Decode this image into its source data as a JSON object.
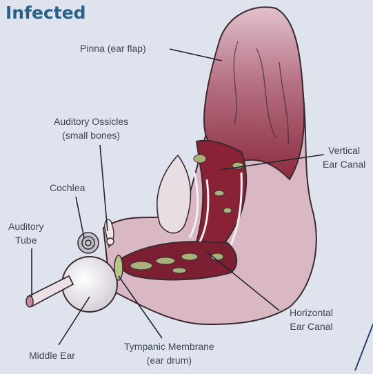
{
  "title": "Infected",
  "labels": {
    "pinna": "Pinna (ear flap)",
    "ossicles": [
      "Auditory Ossicles",
      "(small bones)"
    ],
    "vertical_canal": [
      "Vertical",
      "Ear Canal"
    ],
    "cochlea": "Cochlea",
    "auditory_tube": [
      "Auditory",
      "Tube"
    ],
    "horizontal_canal": [
      "Horizontal",
      "Ear Canal"
    ],
    "middle_ear": "Middle Ear",
    "tympanic": [
      "Tympanic Membrane",
      "(ear drum)"
    ]
  },
  "colors": {
    "background": "#dfe3ee",
    "title": "#2c5f86",
    "text": "#3c4550",
    "ear_skin": "#c98a9c",
    "inflamed": "#8a2236",
    "debris": "#a9b07a",
    "middle_ear": "#ece8ef",
    "outline": "#3a2a30"
  }
}
